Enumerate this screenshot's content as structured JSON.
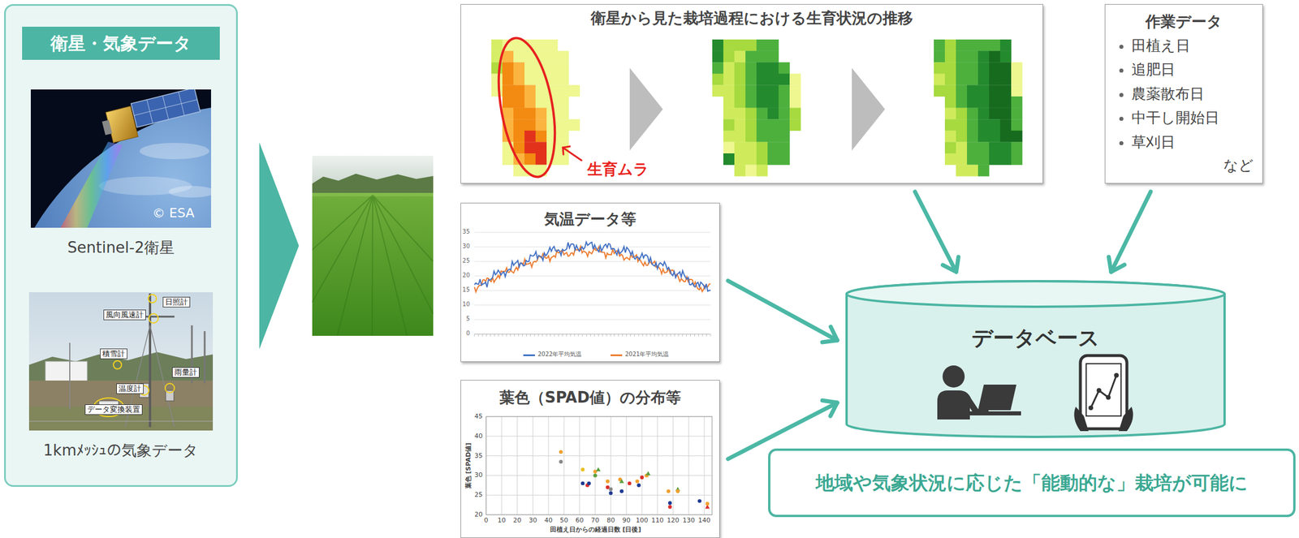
{
  "diagram": {
    "nodes": [
      {
        "text": [
          "衛星・気象データ",
          "Sentinel-2衛星",
          "1kmﾒｯｼｭの気象データ"
        ]
      },
      {
        "text": [
          "衛星から見た栽培過程における生育状況の推移"
        ]
      },
      {
        "text": [
          "作業データ",
          "田植え日",
          "追肥日",
          "農薬散布日",
          "中干し開始日",
          "草刈日",
          "など"
        ]
      },
      {
        "text": [
          "気温データ等"
        ]
      },
      {
        "text": [
          "葉色（SPAD値）の分布等"
        ]
      },
      {
        "text": [
          "データベース"
        ]
      },
      {
        "text": [
          "地域や気象状況に応じた「能動的な」栽培が可能に"
        ]
      }
    ],
    "edges": [
      {
        "from": 1,
        "to": 5,
        "arrow": "to"
      },
      {
        "from": 2,
        "to": 5,
        "arrow": "to"
      },
      {
        "from": 3,
        "to": 5,
        "arrow": "to"
      },
      {
        "from": 4,
        "to": 5,
        "arrow": "to"
      }
    ],
    "labels": [
      "© ESA",
      "日照計",
      "風向風速計",
      "積雪計",
      "雨量計",
      "温度計",
      "データ変換装置",
      "生育ムラ",
      "35",
      "30",
      "25",
      "20",
      "15",
      "10",
      "5",
      "0",
      "45",
      "40",
      "35",
      "30",
      "25",
      "20",
      "0",
      "10",
      "20",
      "30",
      "40",
      "50",
      "60",
      "70",
      "80",
      "90",
      "100",
      "110",
      "120",
      "130",
      "140",
      "葉色 [SPAD値]",
      "田植え日からの経過日数 [日後]"
    ],
    "legend": [
      {
        "text": "2022年平均気温",
        "color": "#4472c4"
      },
      {
        "text": "2021年平均気温",
        "color": "#ed7d31"
      }
    ]
  }
}
